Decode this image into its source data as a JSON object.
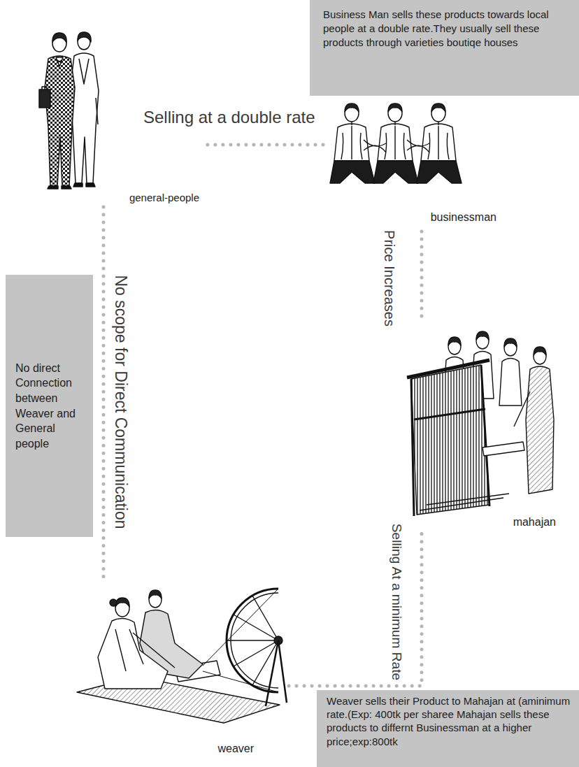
{
  "diagram": {
    "nodes": [
      {
        "text": [
          "Business Man sells these products towards local people at a double rate.They usually sell these products through varieties boutiqe houses"
        ]
      },
      {
        "text": [
          "general-people"
        ]
      },
      {
        "text": [
          "businessman"
        ]
      },
      {
        "text": [
          "No direct Connection between Weaver and General people"
        ]
      },
      {
        "text": [
          "mahajan"
        ]
      },
      {
        "text": [
          "weaver"
        ]
      },
      {
        "text": [
          "Weaver sells their Product to Mahajan at (aminimum rate.(Exp: 400tk per sharee Mahajan sells these products to differnt Businessman at a higher price;exp:800tk"
        ]
      }
    ],
    "edges": [
      {
        "from": 2,
        "to": 1,
        "label": "Selling at a double rate",
        "arrow": "none"
      },
      {
        "from": 4,
        "to": 2,
        "label": "Price Increases",
        "arrow": "none"
      },
      {
        "from": 5,
        "to": 4,
        "label": "Selling At a minimum Rate",
        "arrow": "none"
      },
      {
        "from": 1,
        "to": 5,
        "label": "No scope for Direct Communication",
        "arrow": "none"
      }
    ]
  }
}
